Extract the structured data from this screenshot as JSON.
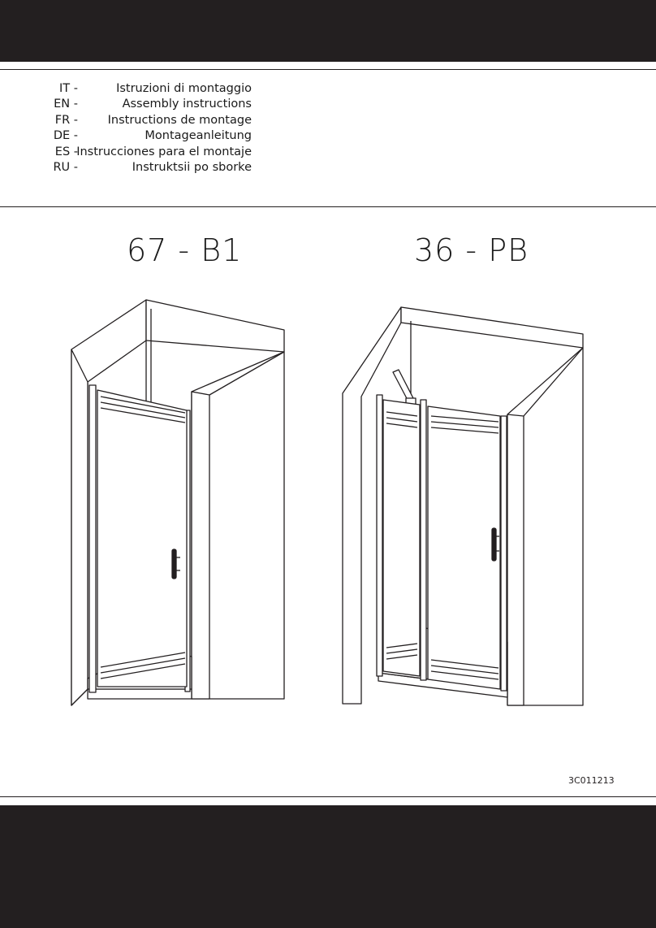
{
  "languages": [
    {
      "code": "IT -",
      "text": "Istruzioni di montaggio"
    },
    {
      "code": "EN -",
      "text": "Assembly instructions"
    },
    {
      "code": "FR -",
      "text": "Instructions de montage"
    },
    {
      "code": "DE -",
      "text": "Montageanleitung"
    },
    {
      "code": "ES -",
      "text": "Instrucciones para el montaje"
    },
    {
      "code": "RU -",
      "text": "Instruktsii po sborke"
    }
  ],
  "models": {
    "left": "67 - B1",
    "right": "36 - PB"
  },
  "document_code": "3C011213",
  "colors": {
    "band": "#231f20",
    "line": "#231f20",
    "wall_fill": "#ffffff",
    "glass_fill": "#ffffff"
  }
}
